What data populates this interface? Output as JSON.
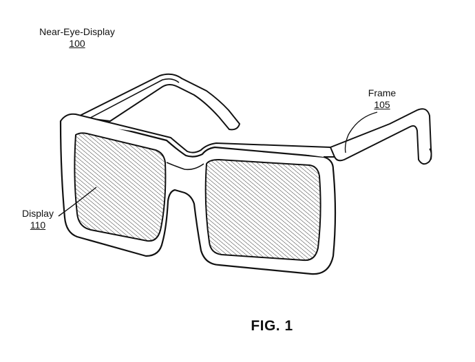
{
  "labels": {
    "near_eye_display": {
      "text": "Near-Eye-Display",
      "ref": "100"
    },
    "frame": {
      "text": "Frame",
      "ref": "105"
    },
    "display": {
      "text": "Display",
      "ref": "110"
    }
  },
  "caption": "FIG. 1",
  "colors": {
    "line": "#111111",
    "hatch": "#333333",
    "background": "#ffffff"
  }
}
